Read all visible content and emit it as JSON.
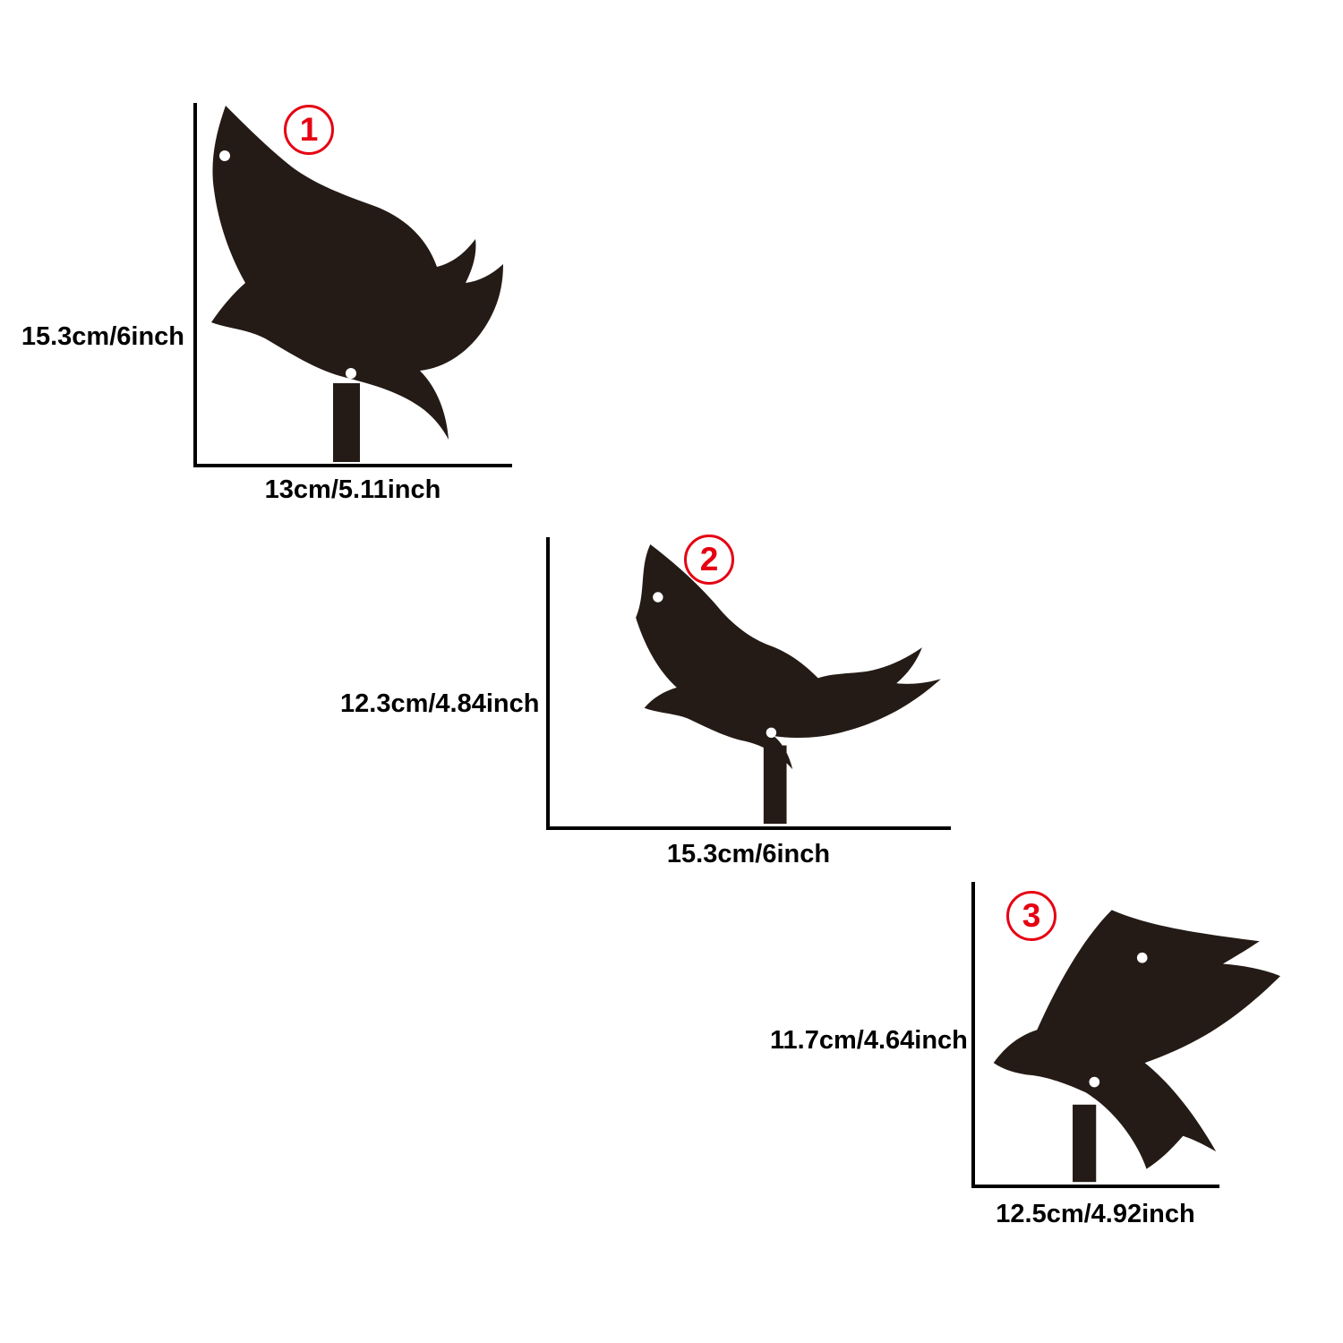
{
  "page": {
    "background": "#ffffff",
    "description": "Product dimension diagram of three metal flying-bird silhouette stakes"
  },
  "colors": {
    "background": "#ffffff",
    "silhouette": "#241b16",
    "dimension_line": "#000000",
    "label_text": "#000000",
    "badge_red": "#e60012",
    "hole": "#ffffff"
  },
  "icons": {
    "figure_marker": "circled-number-badge",
    "silhouette": "flying-bird-silhouette",
    "stake": "ground-stake-tab",
    "hole": "mounting-hole"
  },
  "figures": [
    {
      "badge": "1",
      "height_label": "15.3cm/6inch",
      "width_label": "13cm/5.11inch"
    },
    {
      "badge": "2",
      "height_label": "12.3cm/4.84inch",
      "width_label": "15.3cm/6inch"
    },
    {
      "badge": "3",
      "height_label": "11.7cm/4.64inch",
      "width_label": "12.5cm/4.92inch"
    }
  ]
}
